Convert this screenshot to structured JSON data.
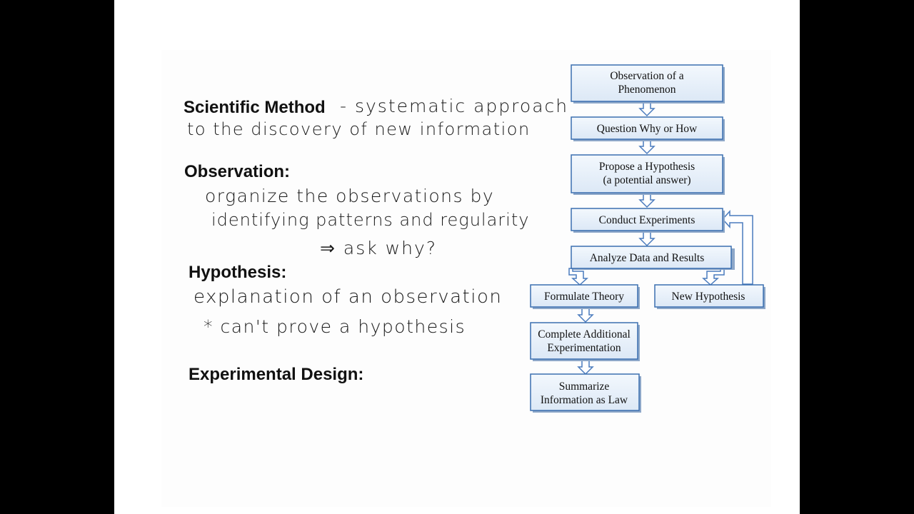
{
  "slide": {
    "sections": {
      "scientific_method": {
        "title": "Scientific Method",
        "notes": [
          "- systematic approach",
          "to the discovery of new information"
        ]
      },
      "observation": {
        "title": "Observation:",
        "notes": [
          "organize the observations by",
          "identifying patterns and regularity",
          "⇒ ask why?"
        ]
      },
      "hypothesis": {
        "title": "Hypothesis:",
        "notes": [
          "explanation of an observation",
          "* can't prove a hypothesis"
        ]
      },
      "experimental_design": {
        "title": "Experimental Design:"
      }
    },
    "flowchart": {
      "observation": [
        "Observation of a",
        "Phenomenon"
      ],
      "question": [
        "Question Why or How"
      ],
      "propose": [
        "Propose a Hypothesis",
        "(a potential answer)"
      ],
      "conduct": [
        "Conduct Experiments"
      ],
      "analyze": [
        "Analyze Data and Results"
      ],
      "formulate": [
        "Formulate Theory"
      ],
      "new_hypothesis": [
        "New Hypothesis"
      ],
      "complete": [
        "Complete Additional",
        "Experimentation"
      ],
      "summarize": [
        "Summarize",
        "Information as Law"
      ]
    },
    "colors": {
      "box_fill": "#e4eef9",
      "box_border": "#3b6fb0",
      "box_shadow": "#8ea8c9",
      "arrow": "#4a7bbd"
    }
  }
}
